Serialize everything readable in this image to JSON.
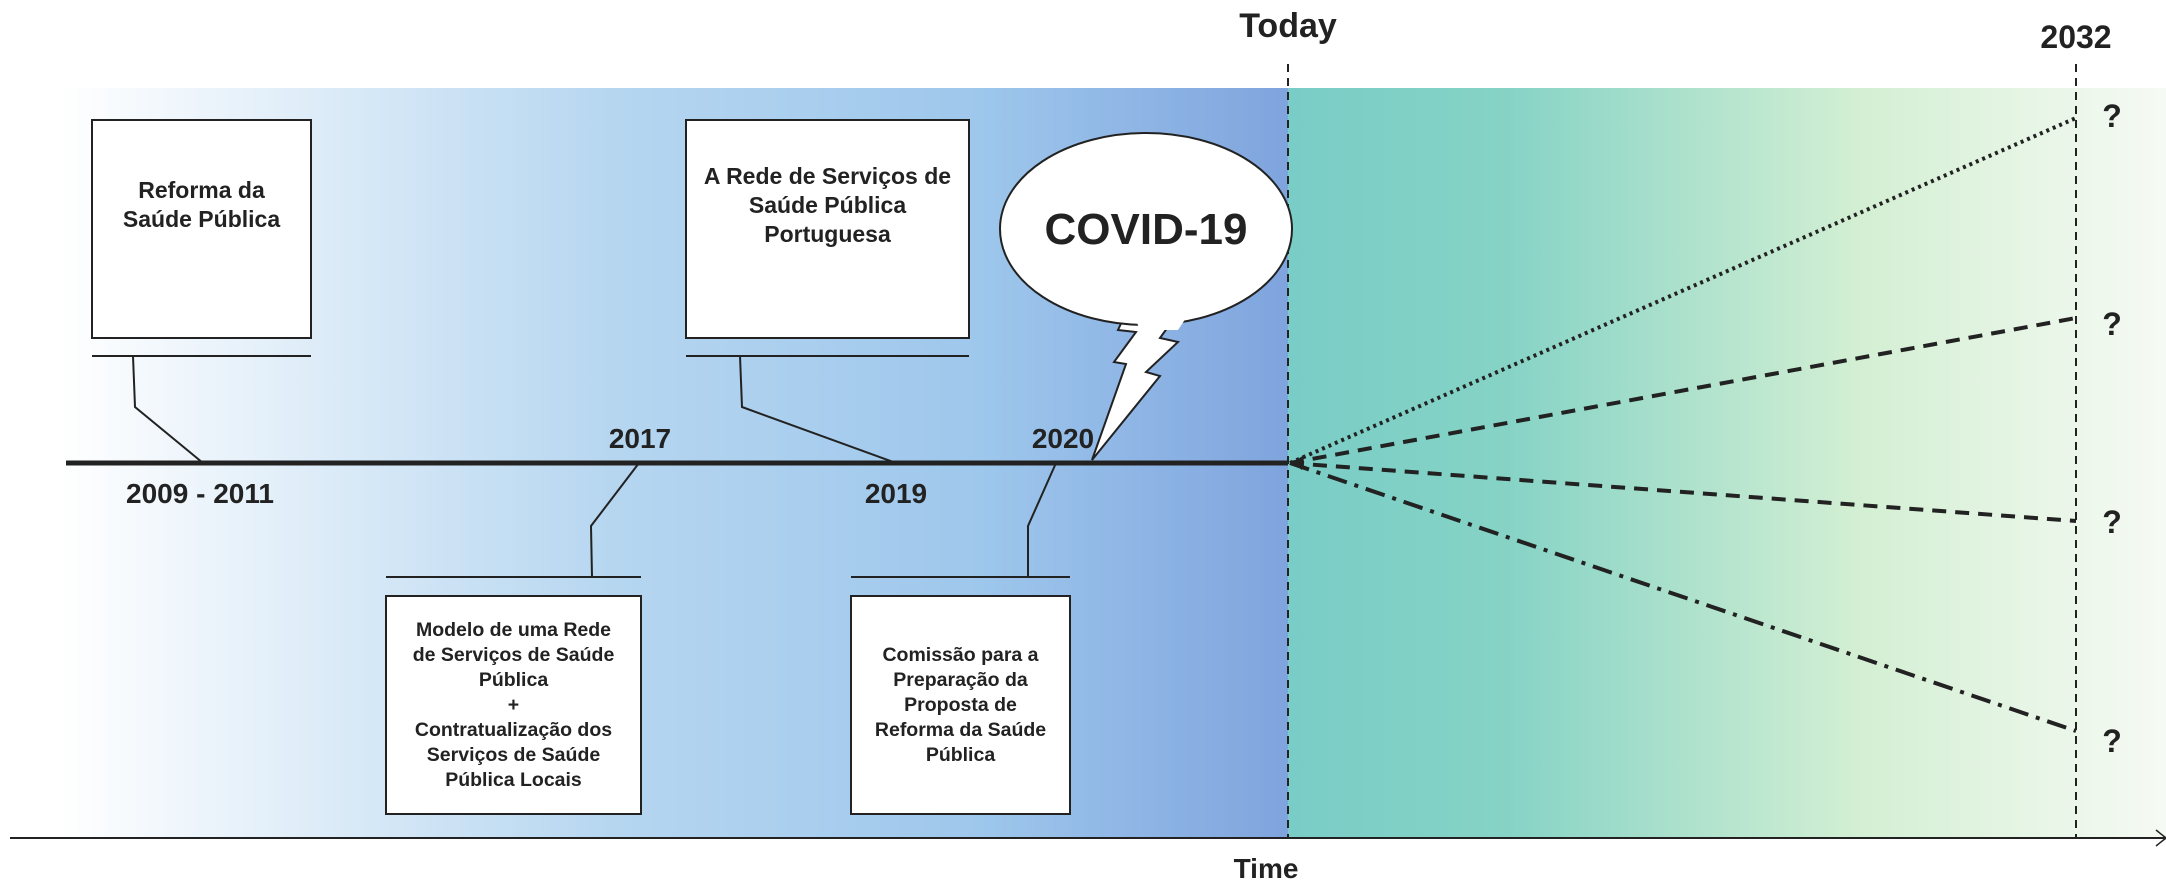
{
  "header": {
    "today_label": "Today",
    "end_year_label": "2032"
  },
  "axis": {
    "label": "Time"
  },
  "events_top": [
    {
      "year": "2009 - 2011",
      "text": "Reforma da Saúde Pública"
    },
    {
      "year": "2019",
      "text": "A Rede de Serviços de Saúde Pública Portuguesa"
    }
  ],
  "events_bottom": [
    {
      "year": "2017",
      "lines": [
        "Modelo de uma Rede",
        "de Serviços de Saúde",
        "Pública",
        "+",
        "Contratualização dos",
        "Serviços de Saúde",
        "Pública Locais"
      ]
    },
    {
      "year": "2020",
      "lines": [
        "Comissão para a",
        "Preparação da",
        "Proposta de",
        "Reforma da Saúde",
        "Pública"
      ]
    }
  ],
  "covid": {
    "label": "COVID-19"
  },
  "scenarios": [
    {
      "style": "dotted",
      "label": "?"
    },
    {
      "style": "dashed",
      "label": "?"
    },
    {
      "style": "dashed",
      "label": "?"
    },
    {
      "style": "dash-dot",
      "label": "?"
    }
  ],
  "colors": {
    "past_start": "#ffffff",
    "past_mid": "#a8cdef",
    "past_end": "#7fa6de",
    "future_start": "#7ecfc6",
    "future_mid": "#d2efd4",
    "future_end": "#f7fbf5"
  }
}
